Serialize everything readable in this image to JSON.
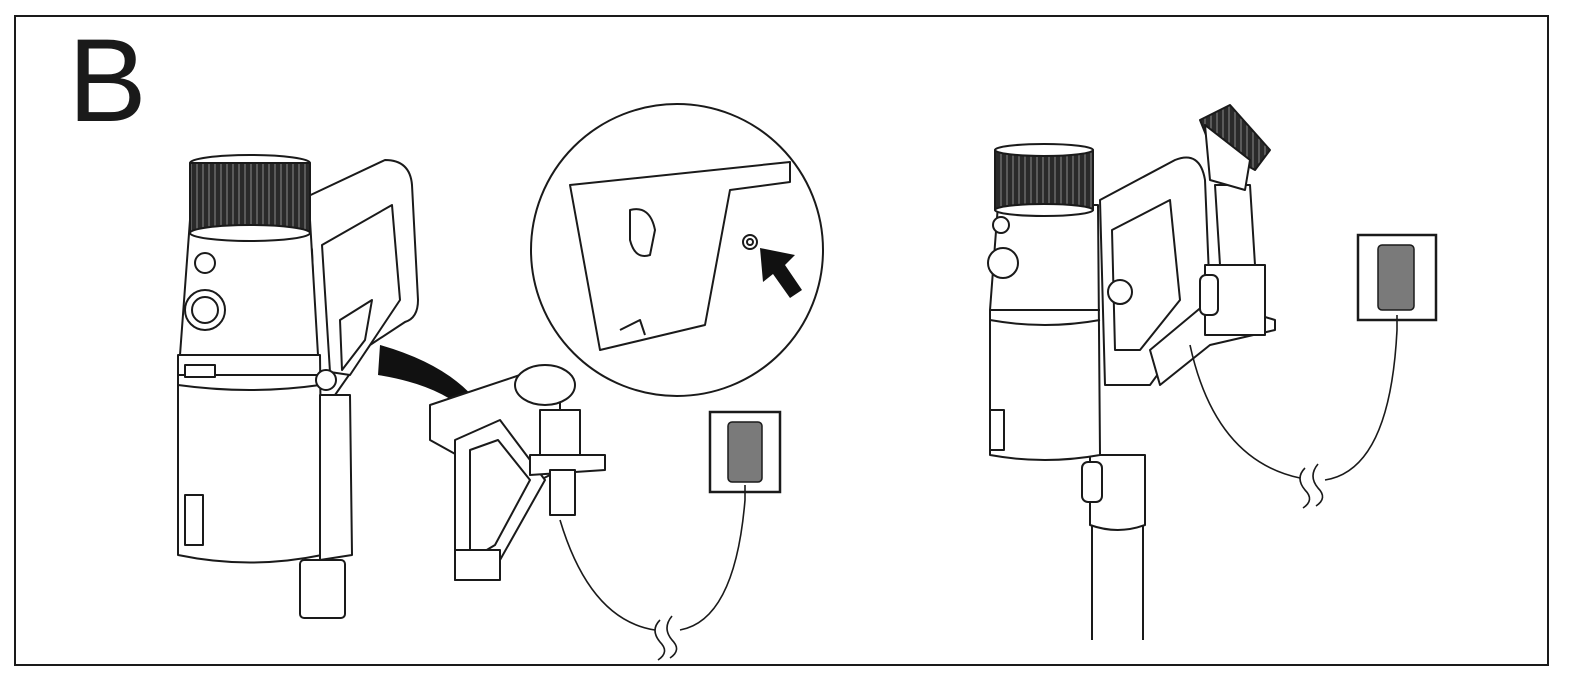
{
  "step_label": "B",
  "colors": {
    "line": "#1a1a1a",
    "fill": "#ffffff",
    "knob": "#222222",
    "adapter": "#7a7a7a",
    "arrow": "#111111"
  },
  "illustrations": {
    "left": "vacuum-being-mounted-on-wall-dock",
    "zoom": "wall-bracket-screw-hole-detail",
    "right": "vacuum-docked-charging",
    "icons": [
      "curved-arrow-icon",
      "pointer-arrow-icon",
      "power-adapter-icon",
      "cable-break-icon"
    ]
  }
}
